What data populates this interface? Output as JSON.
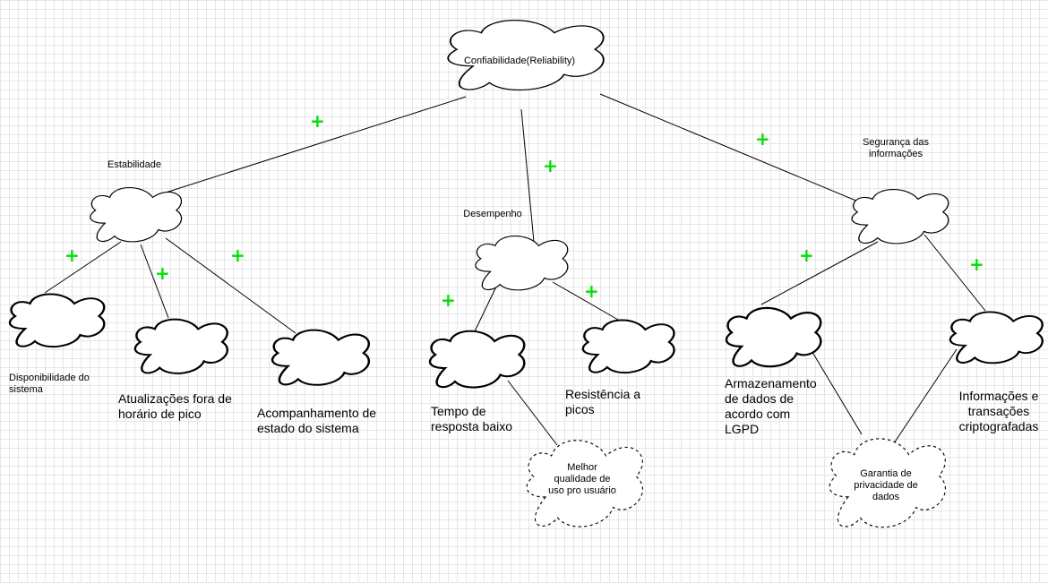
{
  "diagram": {
    "root": "Confiabilidade(Reliability)",
    "branches": {
      "estabilidade": {
        "label": "Estabilidade",
        "children": [
          "Disponibilidade do sistema",
          "Atualizações fora de horário de pico",
          "Acompanhamento de estado do sistema"
        ]
      },
      "desempenho": {
        "label": "Desempenho",
        "children": [
          "Tempo de resposta baixo",
          "Resistência a picos"
        ],
        "outcome": "Melhor qualidade de uso pro usuário"
      },
      "seguranca": {
        "label": "Segurança das informações",
        "children": [
          "Armazenamento de dados de acordo com LGPD",
          "Informações e transações criptografadas"
        ],
        "outcome": "Garantia de privacidade de dados"
      }
    },
    "plus_symbol": "+"
  },
  "colors": {
    "plus": "#00e000",
    "stroke": "#000000",
    "grid": "#e6e6e6"
  }
}
